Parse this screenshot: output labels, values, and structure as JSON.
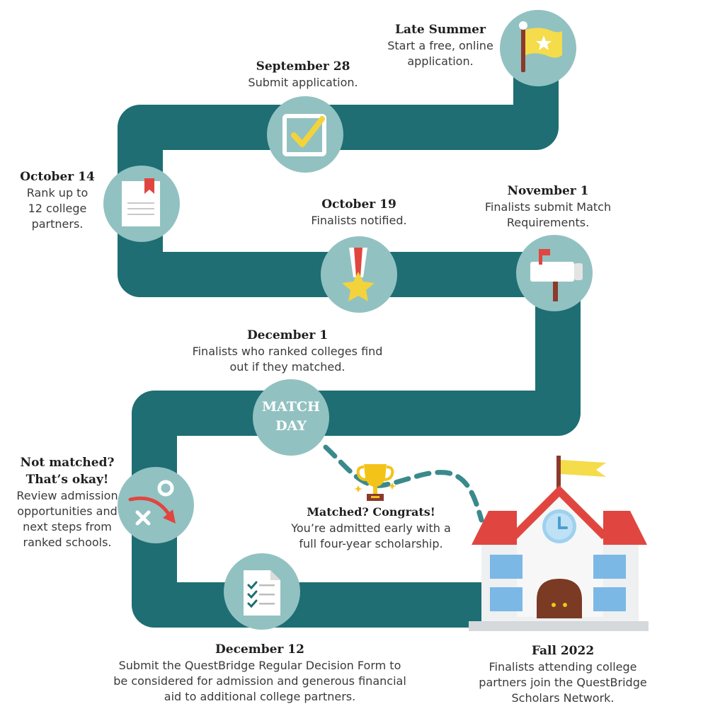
{
  "colors": {
    "path": "#1e6e73",
    "circle": "#92c1c1",
    "dash": "#3a8a8c",
    "flag": "#f4dc4a",
    "red": "#e0463f",
    "gold": "#f3c319"
  },
  "steps": [
    {
      "date": "Late Summer",
      "desc": "Start a free, online application.",
      "icon": "flag-icon"
    },
    {
      "date": "September 28",
      "desc": "Submit application.",
      "icon": "checkbox-icon"
    },
    {
      "date": "October 14",
      "desc": "Rank up to 12 college partners.",
      "icon": "document-icon"
    },
    {
      "date": "October 19",
      "desc": "Finalists notified.",
      "icon": "medal-icon"
    },
    {
      "date": "November 1",
      "desc": "Finalists submit Match Requirements.",
      "icon": "mailbox-icon"
    },
    {
      "date": "December 1",
      "desc": "Finalists who ranked colleges find out if they matched.",
      "icon": "match-day-badge"
    },
    {
      "date": "Not matched? That’s okay!",
      "desc": "Review admission opportunities and next steps from ranked schools.",
      "icon": "strategy-icon"
    },
    {
      "date": "December 12",
      "desc": "Submit the QuestBridge Regular Decision Form to be considered for admission and generous financial aid to additional college partners.",
      "icon": "checklist-icon"
    },
    {
      "date": "Matched? Congrats!",
      "desc": "You’re admitted early with a full four-year scholarship.",
      "icon": "trophy-icon"
    },
    {
      "date": "Fall 2022",
      "desc": "Finalists attending college partners join the QuestBridge Scholars Network.",
      "icon": "school-icon"
    }
  ],
  "match_day": {
    "line1": "MATCH",
    "line2": "DAY"
  }
}
